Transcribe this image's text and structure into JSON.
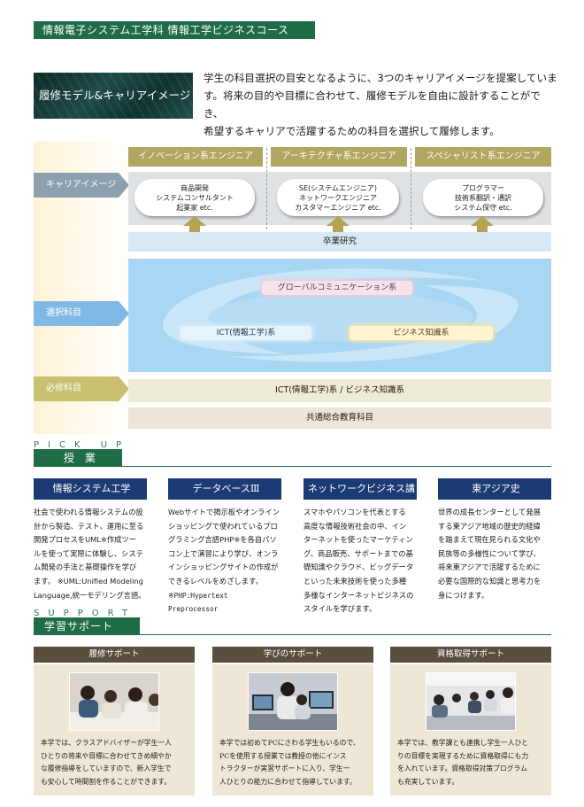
{
  "header": {
    "department_banner": "情報電子システム工学科 情報工学ビジネスコース",
    "section_title": "履修モデル&キャリアイメージ",
    "intro_lines": [
      "学生の科目選択の目安となるように、3つのキャリアイメージを提案していま",
      "す。将来の目的や目標に合わせて、履修モデルを自由に設計することができ、",
      "希望するキャリアで活躍するための科目を選択して履修します。"
    ]
  },
  "diagram": {
    "side_labels": {
      "career": "キャリアイメージ",
      "elective": "選択科目",
      "required": "必修科目"
    },
    "columns": [
      {
        "title": "イノベーション系エンジニア",
        "careers": [
          "商品開発",
          "システムコンサルタント",
          "起業家 etc."
        ]
      },
      {
        "title": "アーキテクチャ系エンジニア",
        "careers": [
          "SE(システムエンジニア)",
          "ネットワークエンジニア",
          "カスタマーエンジニア etc."
        ]
      },
      {
        "title": "スペシャリスト系エンジニア",
        "careers": [
          "プログラマー",
          "技術系翻訳・通訳",
          "システム保守 etc."
        ]
      }
    ],
    "graduation_research": "卒業研究",
    "electives": {
      "global": "グローバルコミュニケーション系",
      "ict": "ICT(情報工学)系",
      "business": "ビジネス知識系"
    },
    "required_subjects": "ICT(情報工学)系 / ビジネス知識系",
    "general_education": "共通総合教育科目"
  },
  "pickup": {
    "en": "PICK UP",
    "jp": "授 業",
    "courses": [
      {
        "title": "情報システム工学",
        "lines": [
          "社会で使われる情報システムの設",
          "計から製造、テスト、運用に至る",
          "開発プロセスをUML※作成ツー",
          "ルを使って実際に体験し、システ",
          "ム開発の手法と基礎操作を学び",
          "ます。 ※UML:Unified Modeling",
          "Language,統一モデリング言語。"
        ]
      },
      {
        "title": "データベースⅢ",
        "lines": [
          "Webサイトで掲示板やオンライン",
          "ショッピングで使われているプロ",
          "グラミング言語PHP※を各自パソ",
          "コン上で演習により学び、オンラ",
          "インショッピングサイトの作成が",
          "できるレベルをめざします。",
          "※PHP:Hypertext Preprocessor"
        ]
      },
      {
        "title": "ネットワークビジネス講座",
        "lines": [
          "スマホやパソコンを代表とする",
          "高度な情報技術社会の中、イン",
          "ターネットを使ったマーケティン",
          "グ、商品販売、サポートまでの基",
          "礎知識やクラウド、ビッグデータ",
          "といった未来技術を使った多種",
          "多様なインターネットビジネスの",
          "スタイルを学びます。"
        ]
      },
      {
        "title": "東アジア史",
        "lines": [
          "世界の成長センターとして発展",
          "する東アジア地域の歴史的経緯",
          "を踏まえて現在見られる文化や",
          "民族等の多様性について学び、",
          "将来東アジアで活躍するために",
          "必要な国際的な知識と思考力を",
          "身につけます。"
        ]
      }
    ]
  },
  "support": {
    "en": "SUPPORT",
    "jp": "学習サポート",
    "cards": [
      {
        "title": "履修サポート",
        "lines": [
          "本学では、クラスアドバイザーが学生一人",
          "ひとりの将来や目標に合わせてきめ細やか",
          "な履修指導をしていますので、新入学生で",
          "も安心して時間割を作ることができます。"
        ]
      },
      {
        "title": "学びのサポート",
        "lines": [
          "本学では初めてPCにさわる学生もいるので、",
          "PCを使用する授業では教授の他にインス",
          "トラクターが実習サポートに入り、学生一",
          "人ひとりの能力に合わせて指導しています。"
        ]
      },
      {
        "title": "資格取得サポート",
        "lines": [
          "本学では、教学課とも連携し学生一人ひと",
          "りの目標を実現するために資格取得にも力",
          "を入れています。資格取得対策プログラム",
          "も充実しています。"
        ]
      }
    ]
  }
}
